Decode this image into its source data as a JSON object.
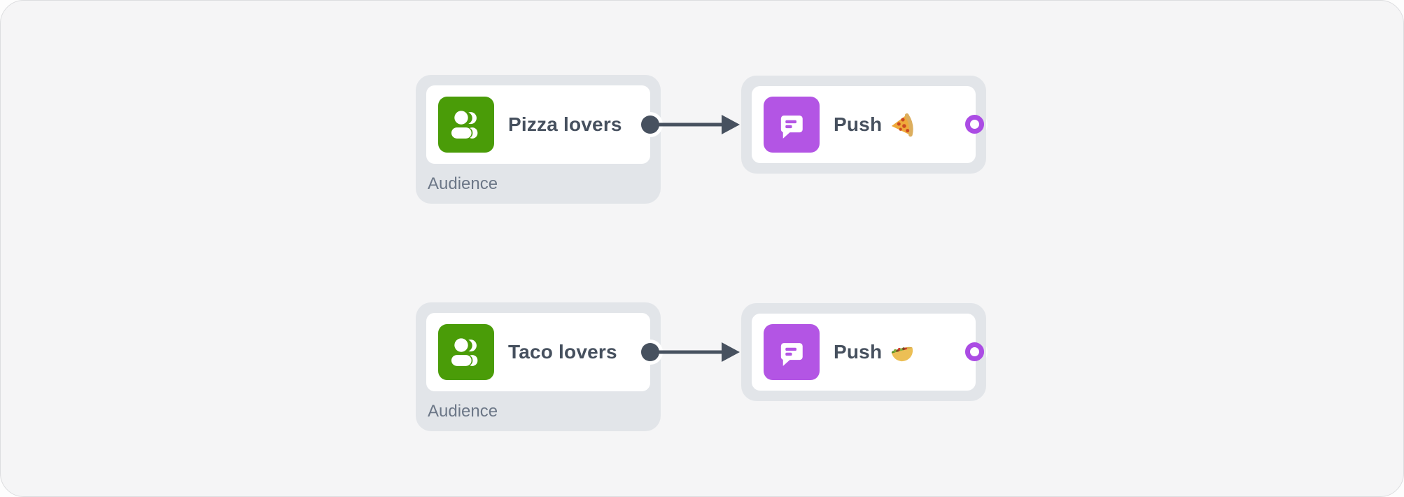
{
  "app": {
    "view": "journey-flow-canvas"
  },
  "colors": {
    "canvas_bg": "#f5f5f6",
    "node_bg": "#e2e5e9",
    "card_bg": "#ffffff",
    "audience_icon_bg": "#4a9c08",
    "push_icon_bg": "#b355e4",
    "port_ring": "#ab4ce4",
    "connector": "#47515f",
    "title_text": "#46505e",
    "muted_text": "#6c7787"
  },
  "flow": {
    "rows": [
      {
        "audience": {
          "label": "Pizza lovers",
          "type_label": "Audience",
          "icon": "people-icon"
        },
        "push": {
          "label": "Push",
          "emoji": "🍕",
          "emoji_icon": "pizza-emoji",
          "icon": "chat-bubble-icon"
        }
      },
      {
        "audience": {
          "label": "Taco lovers",
          "type_label": "Audience",
          "icon": "people-icon"
        },
        "push": {
          "label": "Push",
          "emoji": "🌮",
          "emoji_icon": "taco-emoji",
          "icon": "chat-bubble-icon"
        }
      }
    ]
  }
}
